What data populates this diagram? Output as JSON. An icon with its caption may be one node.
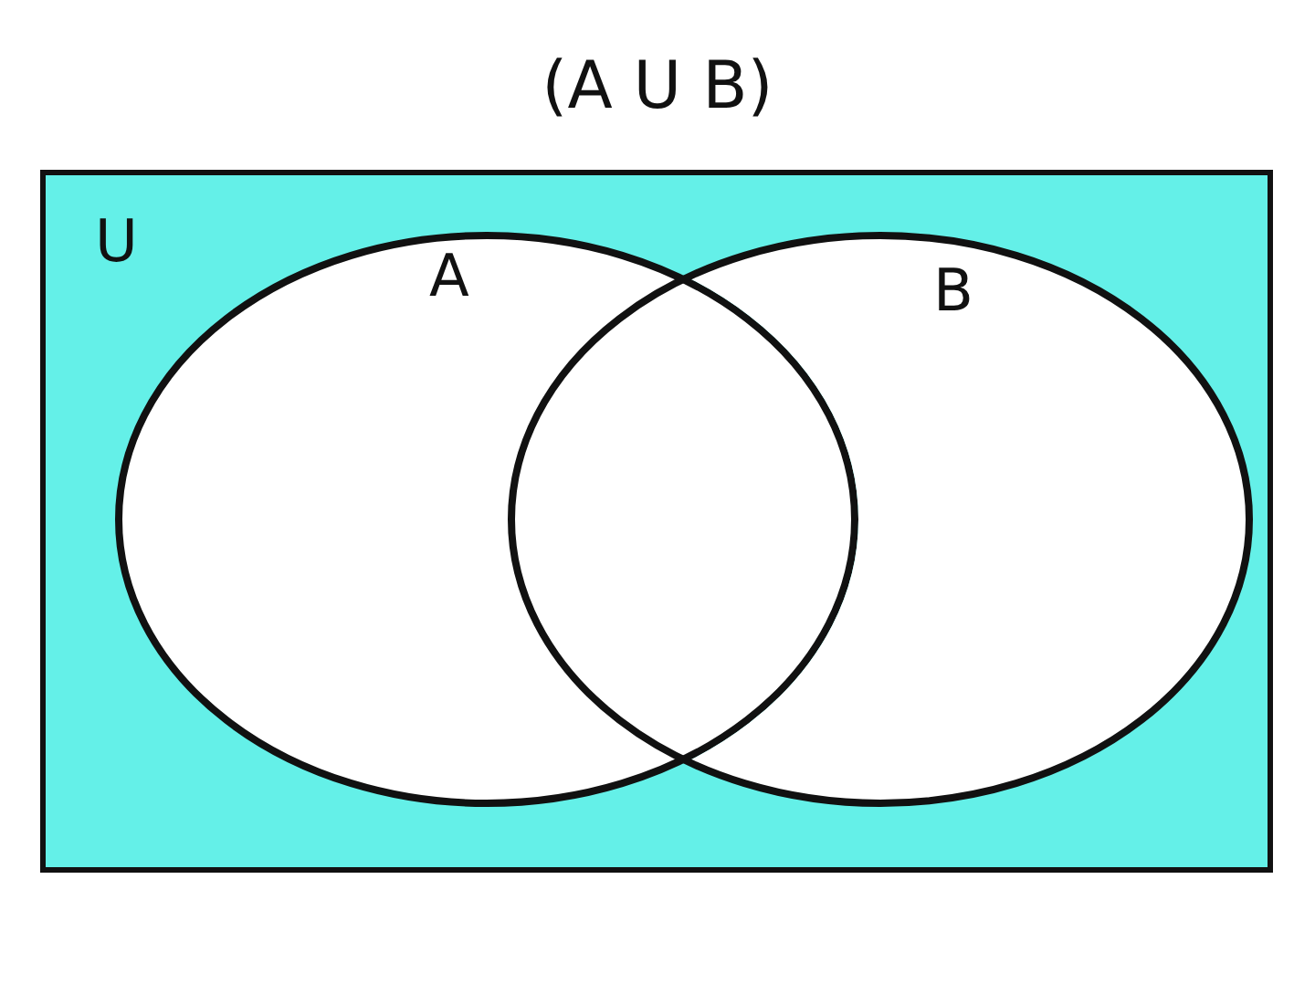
{
  "diagram": {
    "title": "(A U B)",
    "nodes": [
      {
        "text": [
          "U"
        ]
      },
      {
        "text": [
          "A"
        ],
        "in": 0
      },
      {
        "text": [
          "B"
        ],
        "in": 0
      }
    ]
  }
}
